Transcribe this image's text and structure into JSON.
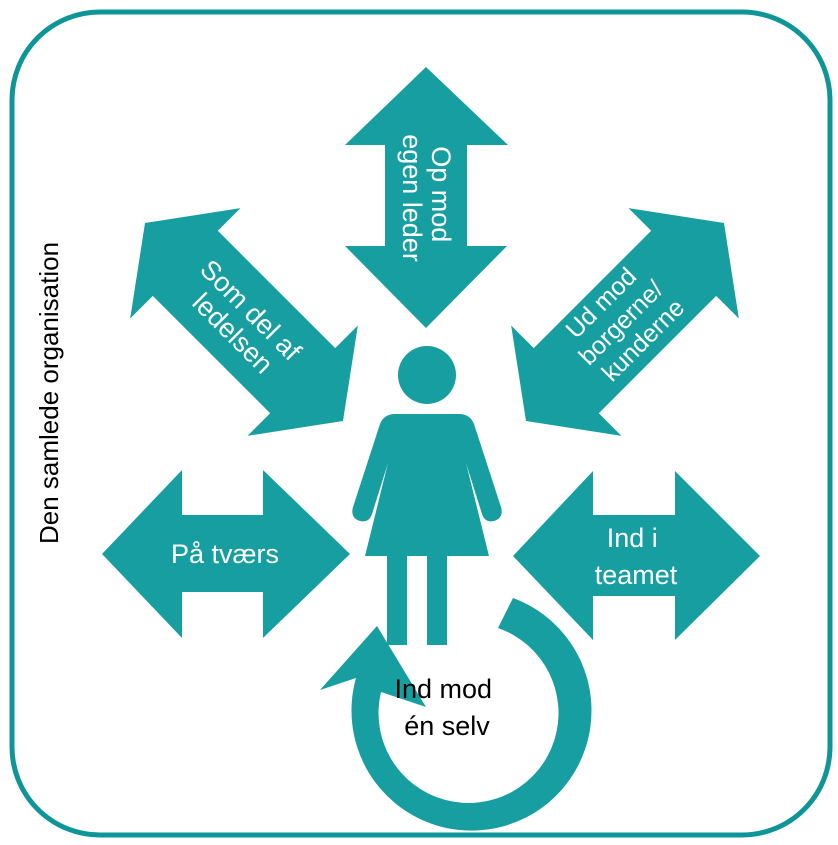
{
  "diagram": {
    "side_label": "Den samlede organisation",
    "labels": {
      "up": [
        "Op mod",
        "egen leder"
      ],
      "leadership": [
        "Som del af",
        "ledelsen"
      ],
      "citizens": [
        "Ud mod",
        "borgerne/",
        "kunderne"
      ],
      "across": [
        "På tværs"
      ],
      "team": [
        "Ind i",
        "teamet"
      ],
      "self": [
        "Ind mod",
        "én selv"
      ]
    },
    "colors": {
      "accent": "#179ea0",
      "frame": "#0e9597",
      "label_on_accent": "#ffffff",
      "label_dark": "#000000"
    },
    "icons": {
      "person": "woman-figure-icon",
      "cycle": "circular-arrow-icon"
    }
  }
}
